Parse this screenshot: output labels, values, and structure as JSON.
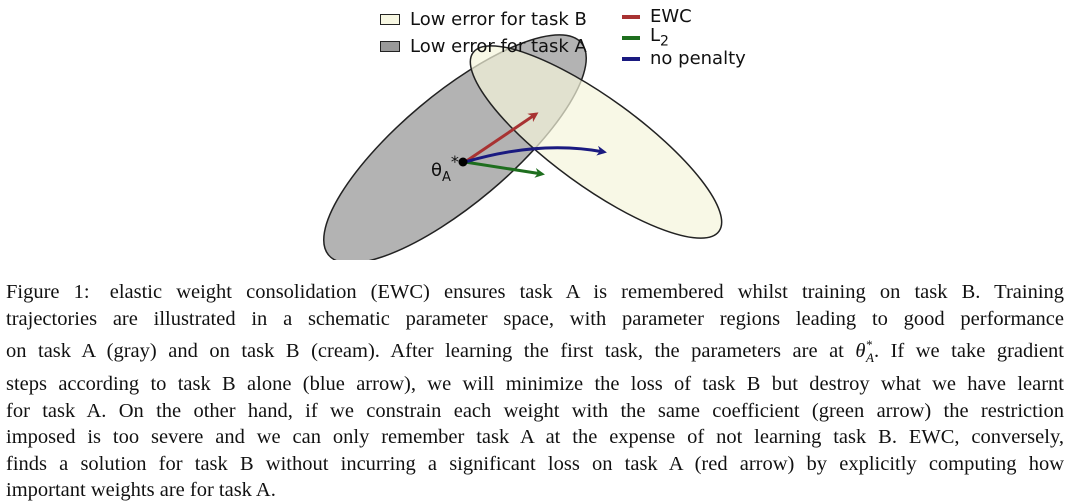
{
  "figure": {
    "legend_regions": [
      {
        "label": "Low error for task B",
        "color": "#f7f7e2"
      },
      {
        "label": "Low error for task A",
        "color": "#999999"
      }
    ],
    "legend_arrows": [
      {
        "label": "EWC",
        "color": "#a83232"
      },
      {
        "label": "L",
        "subscript": "2",
        "color": "#1e6e1e"
      },
      {
        "label": "no penalty",
        "color": "#1a1a80"
      }
    ],
    "point_label": "θ",
    "point_superscript": "*",
    "point_subscript": "A"
  },
  "caption": {
    "figure_label": "Figure 1:",
    "lines": [
      "elastic weight consolidation (EWC) ensures task A is remembered whilst training on task B. Training",
      "trajectories are illustrated in a schematic parameter space, with parameter regions leading to good performance",
      "on task A (gray) and on task B (cream). After learning the first task, the parameters are at",
      "steps according to task B alone (blue arrow), we will minimize the loss of task B but destroy what we have learnt",
      "for task A. On the other hand, if we constrain each weight with the same coefficient (green arrow) the restriction",
      "imposed is too severe and we can only remember task A at the expense of not learning task B. EWC, conversely,",
      "finds a solution for task B without incurring a significant loss on task A (red arrow) by explicitly computing how",
      "important weights are for task A."
    ],
    "theta_math": "θ",
    "theta_sup": "*",
    "theta_sub": "A",
    "line3_tail": ". If we take gradient"
  }
}
